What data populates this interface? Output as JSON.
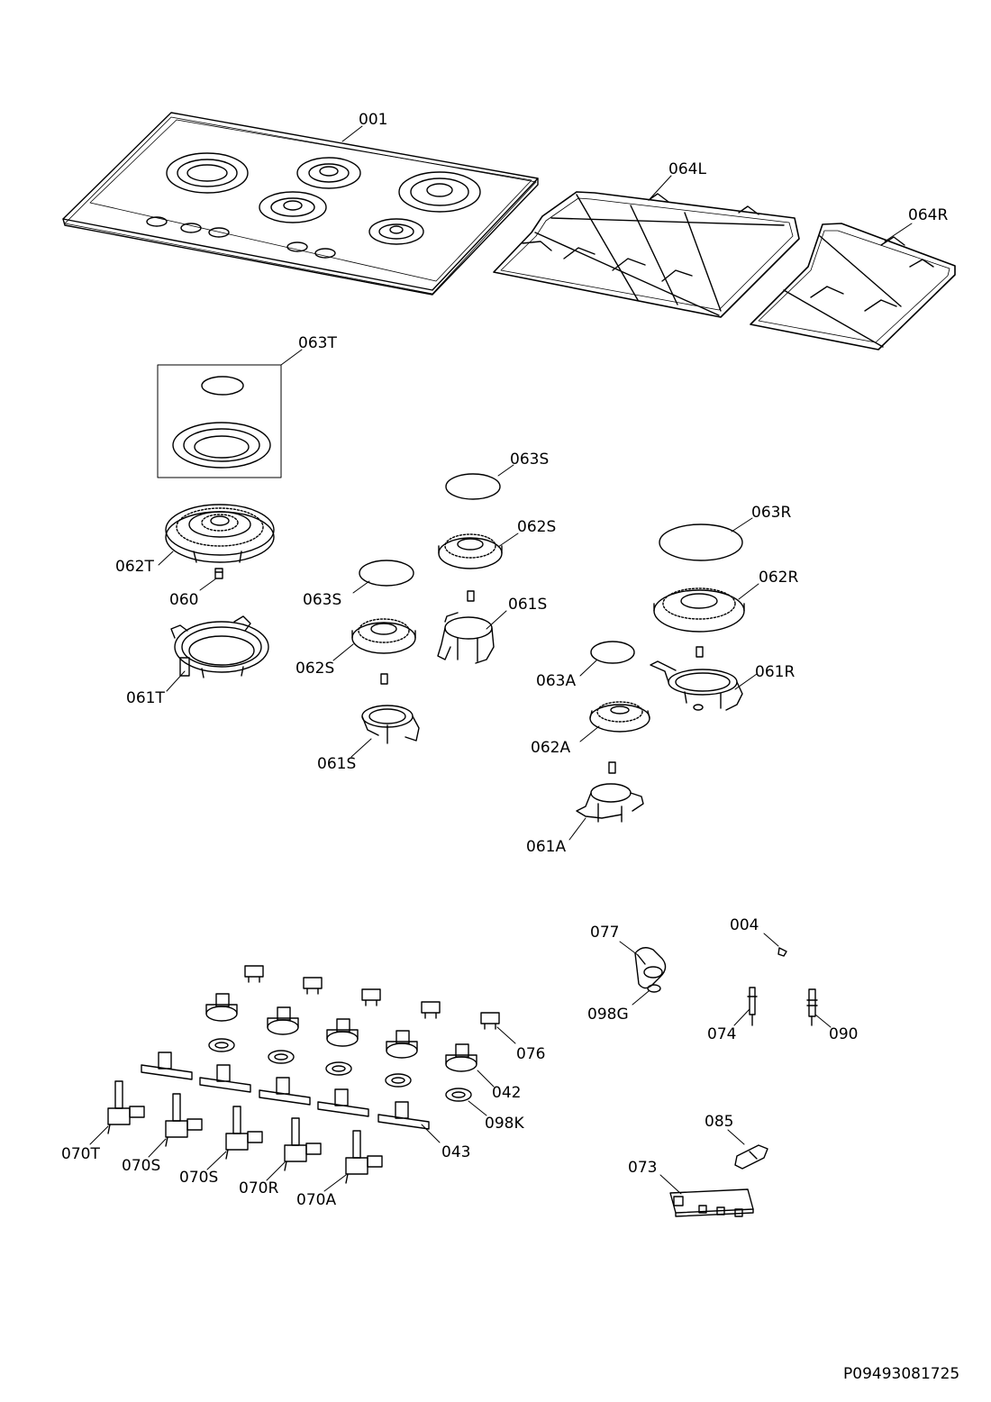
{
  "document_id": "P09493081725",
  "parts": {
    "p001": "001",
    "p064L": "064L",
    "p064R": "064R",
    "p063T": "063T",
    "p063S_top": "063S",
    "p062S_top": "062S",
    "p063R": "063R",
    "p062T": "062T",
    "p060": "060",
    "p063S_mid": "063S",
    "p061S_right": "061S",
    "p062R": "062R",
    "p061T": "061T",
    "p062S_mid": "062S",
    "p063A": "063A",
    "p061R": "061R",
    "p061S_low": "061S",
    "p062A": "062A",
    "p061A": "061A",
    "p077": "077",
    "p004": "004",
    "p098G": "098G",
    "p074": "074",
    "p090": "090",
    "p076": "076",
    "p042": "042",
    "p098K": "098K",
    "p043": "043",
    "p070T": "070T",
    "p070S_a": "070S",
    "p070S_b": "070S",
    "p070R": "070R",
    "p070A": "070A",
    "p085": "085",
    "p073": "073"
  },
  "colors": {
    "line": "#000000",
    "background": "#ffffff",
    "shade": "#e6e6e6"
  }
}
